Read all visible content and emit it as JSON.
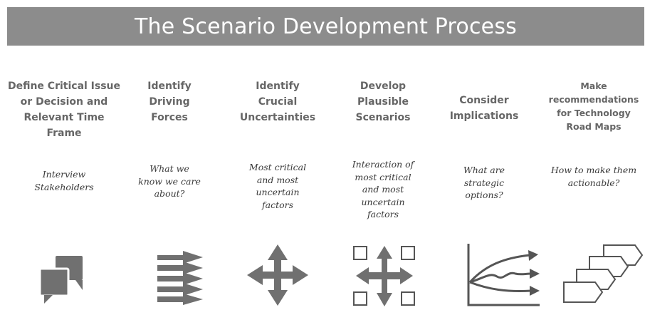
{
  "title": "The Scenario Development Process",
  "steps": [
    {
      "heading": [
        "Define Critical Issue",
        "or Decision and",
        "Relevant Time",
        "Frame"
      ],
      "description": [
        "Interview",
        "Stakeholders"
      ],
      "icon": "speech-bubbles-icon"
    },
    {
      "heading": [
        "Identify",
        "Driving",
        "Forces"
      ],
      "description": [
        "What we",
        "know we care",
        "about?"
      ],
      "icon": "stacked-arrows-icon"
    },
    {
      "heading": [
        "Identify",
        "Crucial",
        "Uncertainties"
      ],
      "description": [
        "Most critical",
        "and most",
        "uncertain",
        "factors"
      ],
      "icon": "four-way-arrows-icon"
    },
    {
      "heading": [
        "Develop",
        "Plausible",
        "Scenarios"
      ],
      "description": [
        "Interaction of",
        "most critical",
        "and most",
        "uncertain",
        "factors"
      ],
      "icon": "arrows-boxes-icon"
    },
    {
      "heading": [
        "Consider",
        "Implications"
      ],
      "description": [
        "What are",
        "strategic",
        "options?"
      ],
      "icon": "diverging-lines-chart-icon"
    },
    {
      "heading": [
        "Make",
        "recommendations",
        "for Technology",
        "Road Maps"
      ],
      "description": [
        "How to make them",
        "actionable?"
      ],
      "icon": "roadmap-chevrons-icon"
    }
  ],
  "colors": {
    "banner": "#8c8c8c",
    "banner_text": "#ffffff",
    "icon_fill": "#707070",
    "icon_stroke": "#555555"
  }
}
